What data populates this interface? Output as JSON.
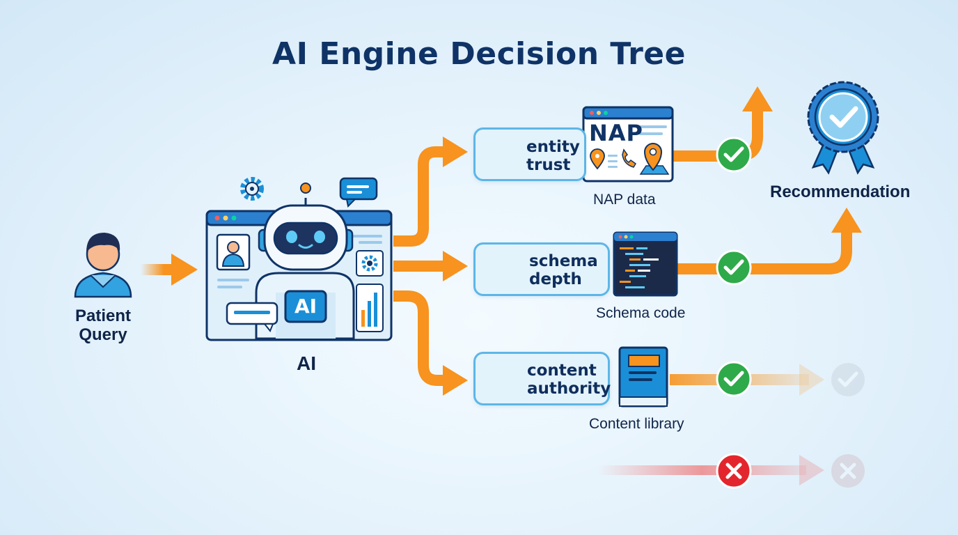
{
  "title": "AI Engine Decision Tree",
  "input": {
    "label_line1": "Patient",
    "label_line2": "Query"
  },
  "engine": {
    "label": "AI",
    "badge": "AI"
  },
  "criteria": [
    {
      "line1": "entity",
      "line2": "trust",
      "asset_label": "NAP data",
      "asset_text": "NAP",
      "status": "pass"
    },
    {
      "line1": "schema",
      "line2": "depth",
      "asset_label": "Schema code",
      "status": "pass"
    },
    {
      "line1": "content",
      "line2": "authority",
      "asset_label": "Content library",
      "status": "pass"
    }
  ],
  "rejected_branch": {
    "status": "fail"
  },
  "outcome": {
    "label": "Recommendation"
  },
  "colors": {
    "title": "#0f3366",
    "arrow": "#f7931e",
    "pass": "#2eaa4a",
    "fail": "#e3262d",
    "accent_blue": "#1a8fd8",
    "box_border": "#5db6e6",
    "box_fill": "#e3f3fc"
  }
}
